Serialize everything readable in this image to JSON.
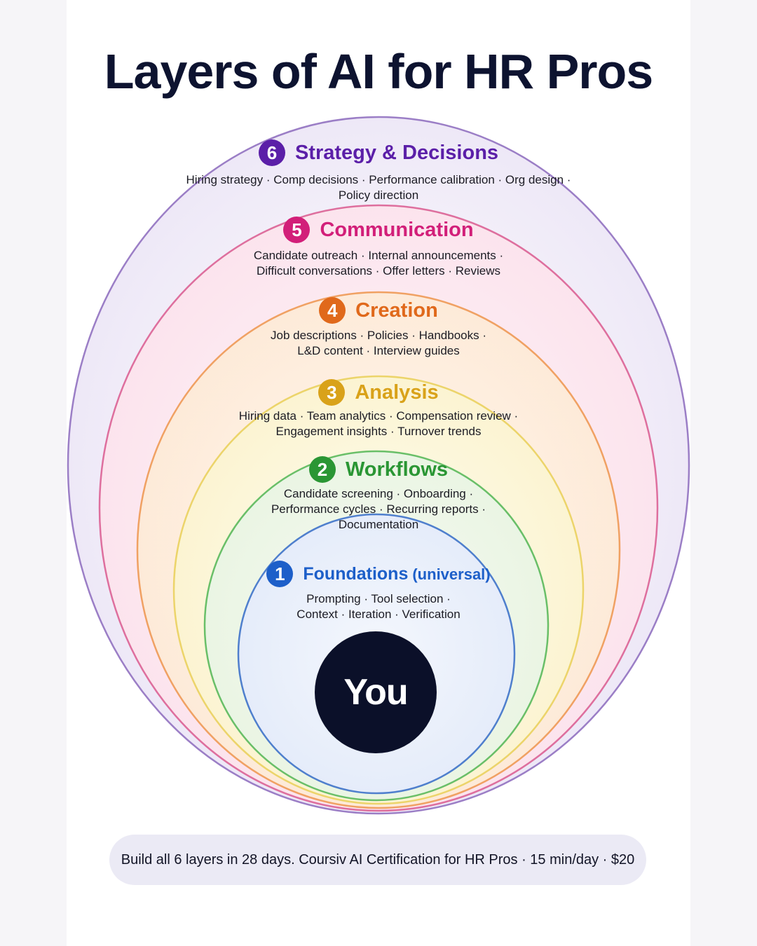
{
  "title": "Layers of AI for HR Pros",
  "layers": [
    {
      "number": "6",
      "name": "Strategy & Decisions",
      "note": "",
      "color": "#5b1fa8",
      "ring_color": "#9b7ec6",
      "line1": "Hiring strategy · Comp decisions · Performance calibration · Org design ·",
      "line2": "Policy direction",
      "line3": ""
    },
    {
      "number": "5",
      "name": "Communication",
      "note": "",
      "color": "#d21f79",
      "ring_color": "#de6f9e",
      "line1": "Candidate outreach · Internal announcements ·",
      "line2": "Difficult conversations · Offer letters · Reviews",
      "line3": ""
    },
    {
      "number": "4",
      "name": "Creation",
      "note": "",
      "color": "#e0691b",
      "ring_color": "#f0a163",
      "line1": "Job descriptions · Policies · Handbooks ·",
      "line2": "L&D content · Interview guides",
      "line3": ""
    },
    {
      "number": "3",
      "name": "Analysis",
      "note": "",
      "color": "#d9a21a",
      "ring_color": "#ecd46a",
      "line1": "Hiring data · Team analytics · Compensation review ·",
      "line2": "Engagement insights · Turnover trends",
      "line3": ""
    },
    {
      "number": "2",
      "name": "Workflows",
      "note": "",
      "color": "#2a9634",
      "ring_color": "#69bf68",
      "line1": "Candidate screening · Onboarding ·",
      "line2": "Performance cycles · Recurring reports ·",
      "line3": "Documentation"
    },
    {
      "number": "1",
      "name": "Foundations",
      "note": "(universal)",
      "color": "#1d5fc9",
      "ring_color": "#4f7fcd",
      "line1": "Prompting · Tool selection ·",
      "line2": "Context · Iteration · Verification",
      "line3": ""
    }
  ],
  "center_label": "You",
  "footer_text": "Build all 6 layers in 28 days. Coursiv AI Certification for HR Pros · 15 min/day · $20"
}
